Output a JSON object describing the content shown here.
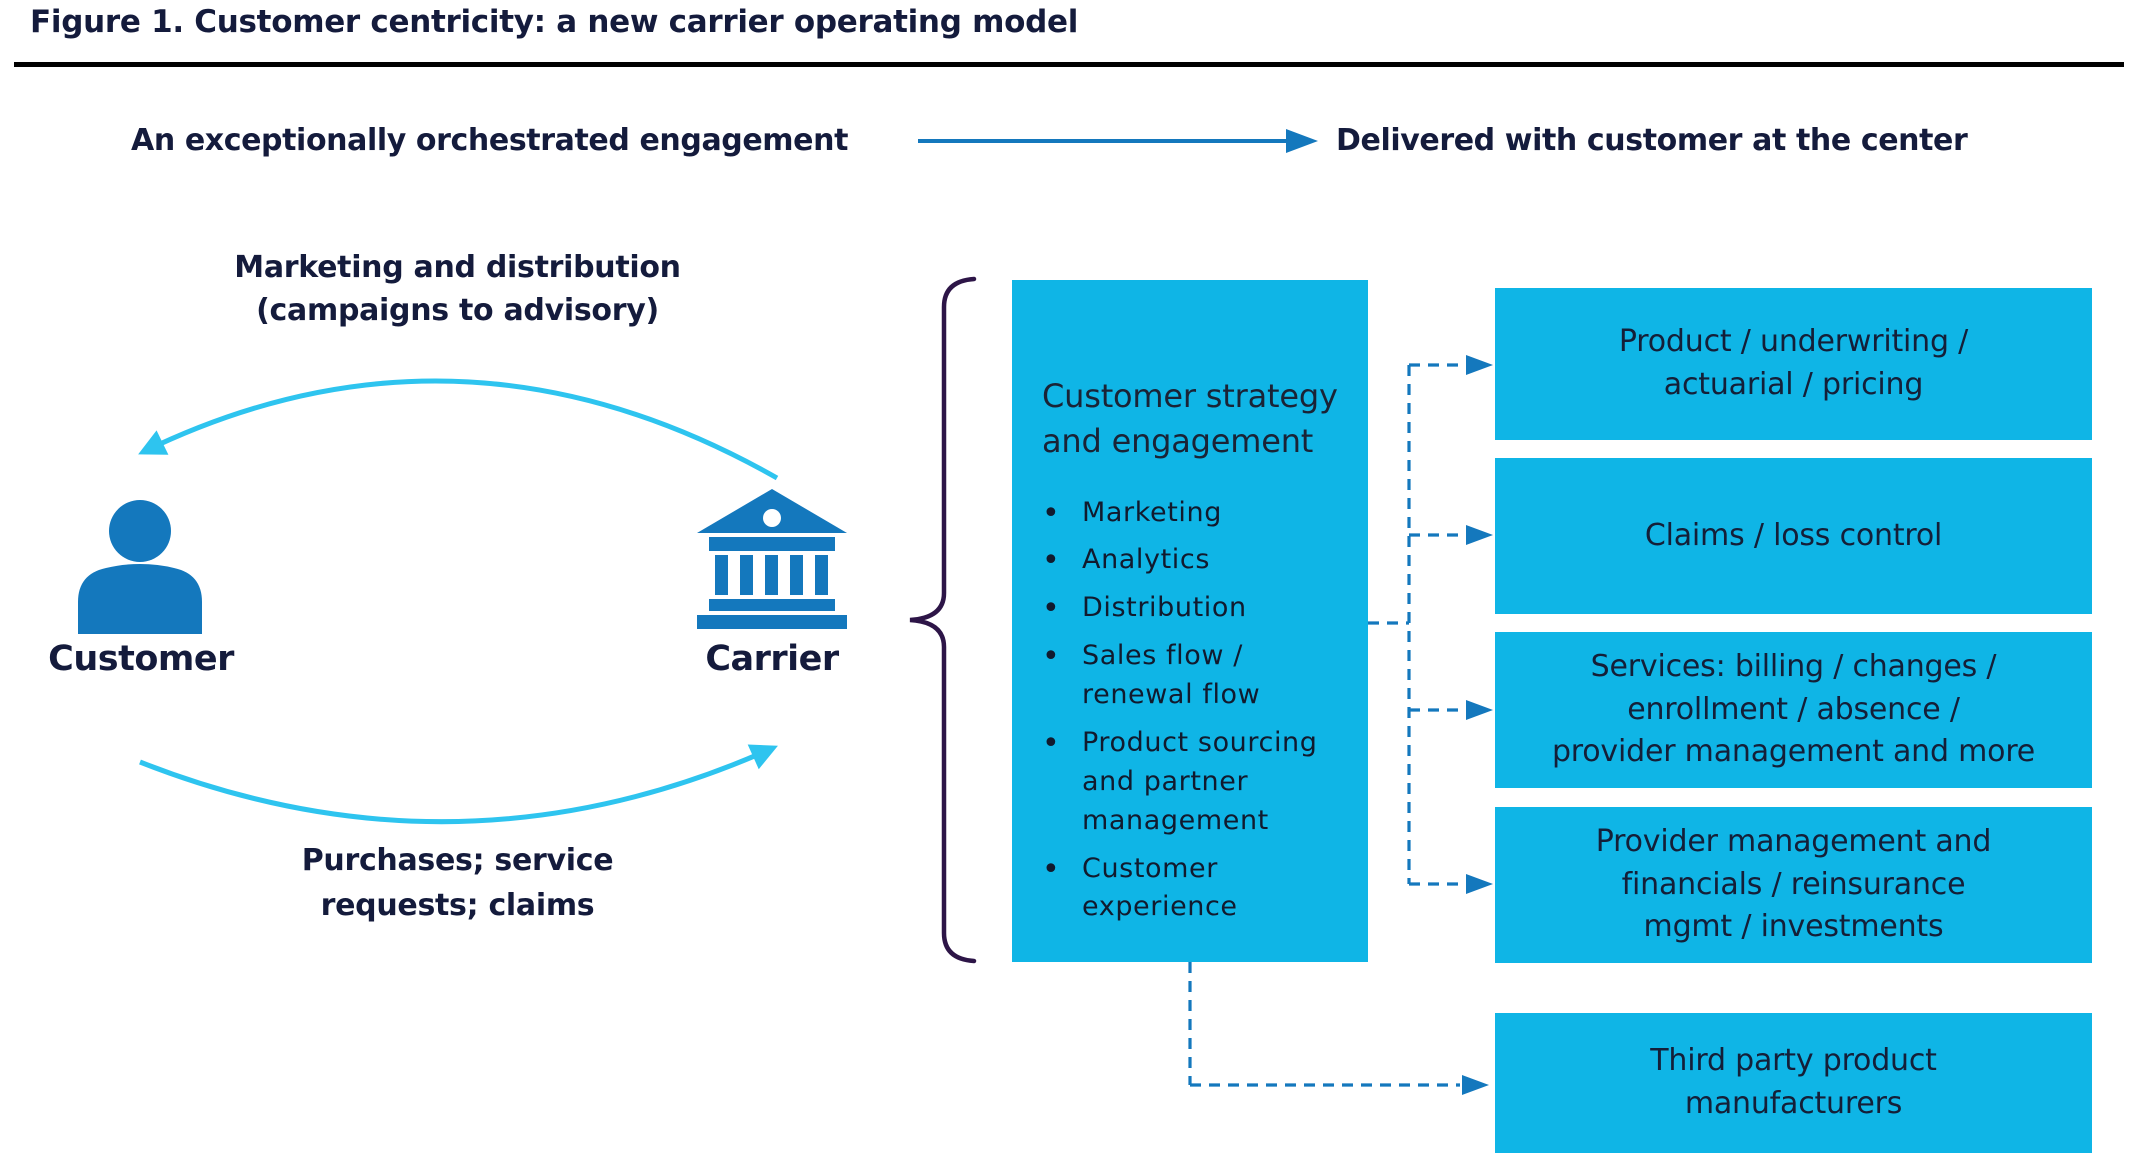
{
  "figure_title": "Figure 1. Customer centricity: a new carrier operating model",
  "header": {
    "left_label": "An exceptionally orchestrated engagement",
    "right_label": "Delivered with customer at the center"
  },
  "cycle": {
    "top_label": "Marketing and distribution\n(campaigns to advisory)",
    "bottom_label": "Purchases; service\nrequests; claims",
    "customer_label": "Customer",
    "carrier_label": "Carrier"
  },
  "strategy_box": {
    "heading": "Customer strategy\nand engagement",
    "bullets": [
      "Marketing",
      "Analytics",
      "Distribution",
      "Sales flow /\nrenewal flow",
      "Product sourcing\nand partner\nmanagement",
      "Customer\nexperience"
    ]
  },
  "function_boxes": [
    {
      "label": "Product / underwriting /\nactuarial / pricing"
    },
    {
      "label": "Claims / loss control"
    },
    {
      "label": "Services: billing / changes /\nenrollment / absence /\nprovider management and more"
    },
    {
      "label": "Provider management and\nfinancials / reinsurance\nmgmt / investments"
    },
    {
      "label": "Third party product\nmanufacturers"
    }
  ],
  "icons": {
    "person": "person-icon",
    "bank": "bank-icon",
    "flow_arrow": "right-arrow-icon",
    "cycle_arrows": "cycle-arrows-icon",
    "brace": "curly-brace-icon",
    "connectors": "dashed-connector-lines"
  },
  "colors": {
    "box_cyan": "#0FB5E6",
    "arc_cyan": "#2EC4EF",
    "primary_blue": "#1478BD",
    "text_navy": "#141B3C",
    "brace_purple": "#2D1547",
    "divider_black": "#000000"
  }
}
